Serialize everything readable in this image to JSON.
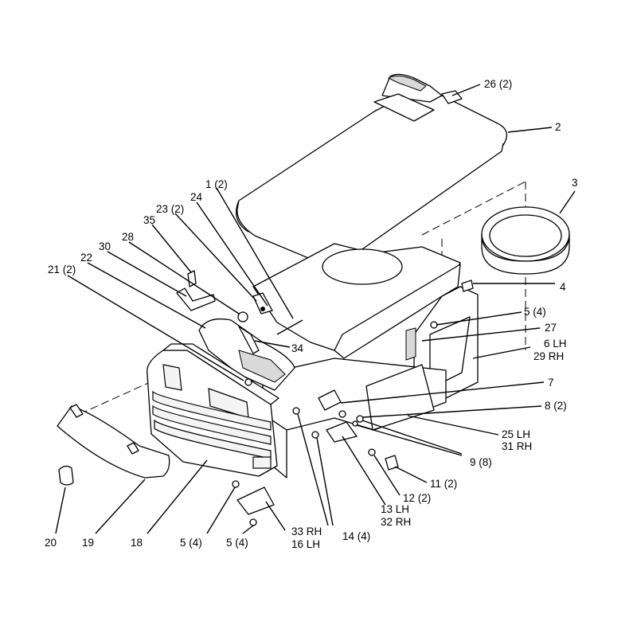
{
  "callouts": [
    {
      "text": "26 (2)"
    },
    {
      "text": "2"
    },
    {
      "text": "3"
    },
    {
      "text": "1 (2)"
    },
    {
      "text": "24"
    },
    {
      "text": "23 (2)"
    },
    {
      "text": "35"
    },
    {
      "text": "28"
    },
    {
      "text": "30"
    },
    {
      "text": "22"
    },
    {
      "text": "21 (2)"
    },
    {
      "text": "4"
    },
    {
      "text": "5 (4)"
    },
    {
      "text": "27"
    },
    {
      "text": "6 LH"
    },
    {
      "text": "29 RH"
    },
    {
      "text": "34"
    },
    {
      "text": "7"
    },
    {
      "text": "8 (2)"
    },
    {
      "text": "25 LH"
    },
    {
      "text": "31 RH"
    },
    {
      "text": "9 (8)"
    },
    {
      "text": "11 (2)"
    },
    {
      "text": "12 (2)"
    },
    {
      "text": "13 LH"
    },
    {
      "text": "32 RH"
    },
    {
      "text": "14 (4)"
    },
    {
      "text": "33 RH"
    },
    {
      "text": "16 LH"
    },
    {
      "text": "5 (4)"
    },
    {
      "text": "5 (4)"
    },
    {
      "text": "18"
    },
    {
      "text": "19"
    },
    {
      "text": "20"
    }
  ]
}
